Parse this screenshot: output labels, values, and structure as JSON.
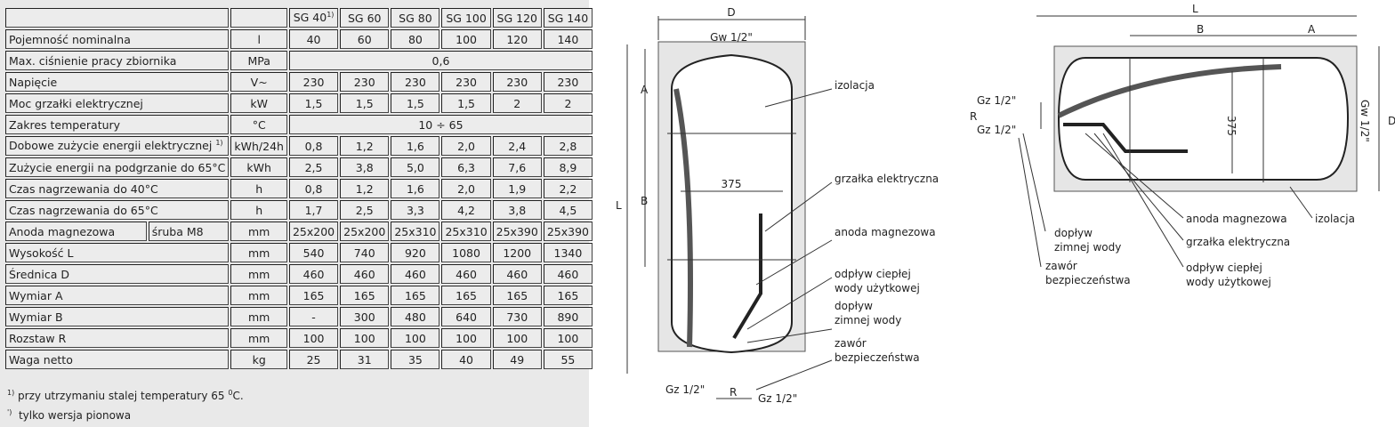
{
  "table": {
    "models": [
      "SG 40",
      "SG 60",
      "SG 80",
      "SG 100",
      "SG 120",
      "SG 140"
    ],
    "model_note": "1)",
    "rows": [
      {
        "label": "Pojemność nominalna",
        "unit": "l",
        "values": [
          "40",
          "60",
          "80",
          "100",
          "120",
          "140"
        ]
      },
      {
        "label": "Max. ciśnienie pracy zbiornika",
        "unit": "MPa",
        "span": "0,6"
      },
      {
        "label": "Napięcie",
        "unit": "V~",
        "values": [
          "230",
          "230",
          "230",
          "230",
          "230",
          "230"
        ]
      },
      {
        "label": "Moc grzałki elektrycznej",
        "unit": "kW",
        "values": [
          "1,5",
          "1,5",
          "1,5",
          "1,5",
          "2",
          "2"
        ]
      },
      {
        "label": "Zakres temperatury",
        "unit": "°C",
        "span": "10 ÷ 65"
      },
      {
        "label": "Dobowe zużycie energii elektrycznej",
        "note": "1)",
        "unit": "kWh/24h",
        "values": [
          "0,8",
          "1,2",
          "1,6",
          "2,0",
          "2,4",
          "2,8"
        ]
      },
      {
        "label": "Zużycie energii na podgrzanie do 65°C",
        "unit": "kWh",
        "values": [
          "2,5",
          "3,8",
          "5,0",
          "6,3",
          "7,6",
          "8,9"
        ]
      },
      {
        "label": "Czas nagrzewania do 40°C",
        "unit": "h",
        "values": [
          "0,8",
          "1,2",
          "1,6",
          "2,0",
          "1,9",
          "2,2"
        ]
      },
      {
        "label": "Czas nagrzewania do 65°C",
        "unit": "h",
        "values": [
          "1,7",
          "2,5",
          "3,3",
          "4,2",
          "3,8",
          "4,5"
        ]
      },
      {
        "label": "Anoda magnezowa",
        "sub": "śruba M8",
        "unit": "mm",
        "values": [
          "25x200",
          "25x200",
          "25x310",
          "25x310",
          "25x390",
          "25x390"
        ]
      },
      {
        "label": "Wysokość L",
        "unit": "mm",
        "values": [
          "540",
          "740",
          "920",
          "1080",
          "1200",
          "1340"
        ]
      },
      {
        "label": "Średnica D",
        "unit": "mm",
        "values": [
          "460",
          "460",
          "460",
          "460",
          "460",
          "460"
        ]
      },
      {
        "label": "Wymiar A",
        "unit": "mm",
        "values": [
          "165",
          "165",
          "165",
          "165",
          "165",
          "165"
        ]
      },
      {
        "label": "Wymiar B",
        "unit": "mm",
        "values": [
          "-",
          "300",
          "480",
          "640",
          "730",
          "890"
        ]
      },
      {
        "label": "Rozstaw R",
        "unit": "mm",
        "values": [
          "100",
          "100",
          "100",
          "100",
          "100",
          "100"
        ]
      },
      {
        "label": "Waga netto",
        "unit": "kg",
        "values": [
          "25",
          "31",
          "35",
          "40",
          "49",
          "55"
        ]
      }
    ]
  },
  "footnotes": [
    {
      "mark": "1)",
      "text": "przy utrzymaniu stalej temperatury 65 ",
      "unit": "0",
      "tail": "C."
    },
    {
      "mark": "')",
      "text": "tylko wersja pionowa"
    }
  ],
  "vertical": {
    "D": "D",
    "gw": "Gw 1/2\"",
    "A": "A",
    "B": "B",
    "L": "L",
    "w375": "375",
    "R": "R",
    "gz1": "Gz 1/2\"",
    "gz2": "Gz 1/2\"",
    "izolacja": "izolacja",
    "grzalka": "grzałka elektryczna",
    "anoda": "anoda magnezowa",
    "odplyw1": "odpływ ciepłej",
    "odplyw2": "wody użytkowej",
    "doplyw1": "dopływ",
    "doplyw2": "zimnej wody",
    "zawor1": "zawór",
    "zawor2": "bezpieczeństwa"
  },
  "horizontal": {
    "L": "L",
    "B": "B",
    "A": "A",
    "D": "D",
    "gw": "Gw 1/2\"",
    "R": "R",
    "h375": "375",
    "gz1": "Gz 1/2\"",
    "gz2": "Gz 1/2\"",
    "anoda": "anoda magnezowa",
    "izolacja": "izolacja",
    "grzalka": "grzałka elektryczna",
    "odplyw1": "odpływ ciepłej",
    "odplyw2": "wody użytkowej",
    "doplyw1": "dopływ",
    "doplyw2": "zimnej wody",
    "zawor1": "zawór",
    "zawor2": "bezpieczeństwa"
  }
}
